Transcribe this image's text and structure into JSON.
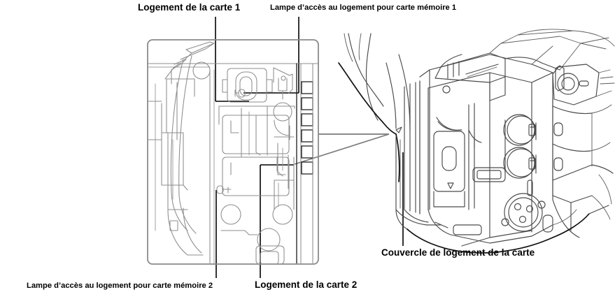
{
  "figure": {
    "kind": "technical-line-drawing",
    "subject": "camcorder-card-slot",
    "language": "fr"
  },
  "labels": {
    "card_slot_1": "Logement de la carte 1",
    "access_lamp_1": "Lampe d’accès au logement pour carte mémoire 1",
    "access_lamp_2": "Lampe d’accès au logement pour carte mémoire 2",
    "card_slot_2": "Logement de la carte 2",
    "slot_cover": "Couvercle de logement de la carte"
  },
  "colors": {
    "text": "#000000",
    "leader": "#000000",
    "callout": "#7a7a7a",
    "inset_frame": "#8a8a8a",
    "drawing": "#8c8c8c",
    "camera_outline": "#4a4a4a",
    "background": "#ffffff"
  },
  "annotations": {
    "inset_description": "magnified view of memory card slot bay",
    "camera_description": "professional camcorder body, left side view with card slot cover"
  }
}
